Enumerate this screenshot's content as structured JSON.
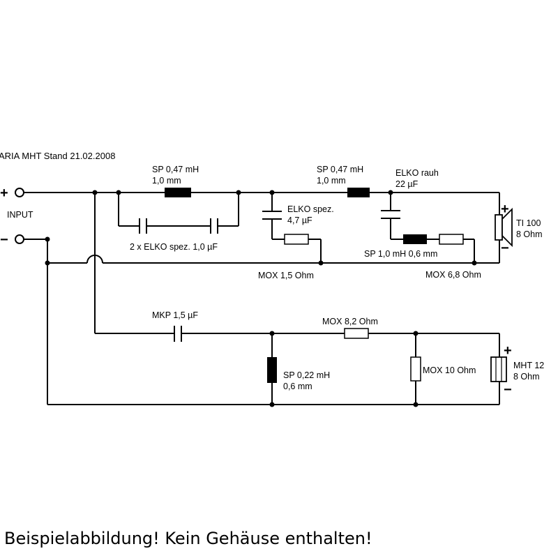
{
  "title": "ARIA MHT Stand 21.02.2008",
  "input": {
    "label": "INPUT",
    "plus": "+",
    "minus": "−"
  },
  "components": {
    "sp1": {
      "line1": "SP 0,47 mH",
      "line2": "1,0 mm"
    },
    "elko_pair": "2 x ELKO spez. 1,0 µF",
    "elko_spez": {
      "line1": "ELKO spez.",
      "line2": "4,7 µF"
    },
    "mox15": "MOX 1,5 Ohm",
    "sp2": {
      "line1": "SP 0,47 mH",
      "line2": "1,0 mm"
    },
    "elko_rauh": {
      "line1": "ELKO rauh",
      "line2": "22 µF"
    },
    "sp3": "SP 1,0 mH 0,6 mm",
    "mox68": "MOX 6,8 Ohm",
    "mkp": "MKP 1,5 µF",
    "mox82": "MOX 8,2 Ohm",
    "sp4": {
      "line1": "SP 0,22 mH",
      "line2": "0,6 mm"
    },
    "mox10": "MOX 10 Ohm"
  },
  "drivers": {
    "ti100": {
      "line1": "TI 100",
      "line2": "8 Ohm",
      "plus": "+",
      "minus": "−"
    },
    "mht12": {
      "line1": "MHT 12",
      "line2": "8 Ohm",
      "plus": "+",
      "minus": "−"
    }
  },
  "caption": "Beispielabbildung! Kein Gehäuse enthalten!"
}
